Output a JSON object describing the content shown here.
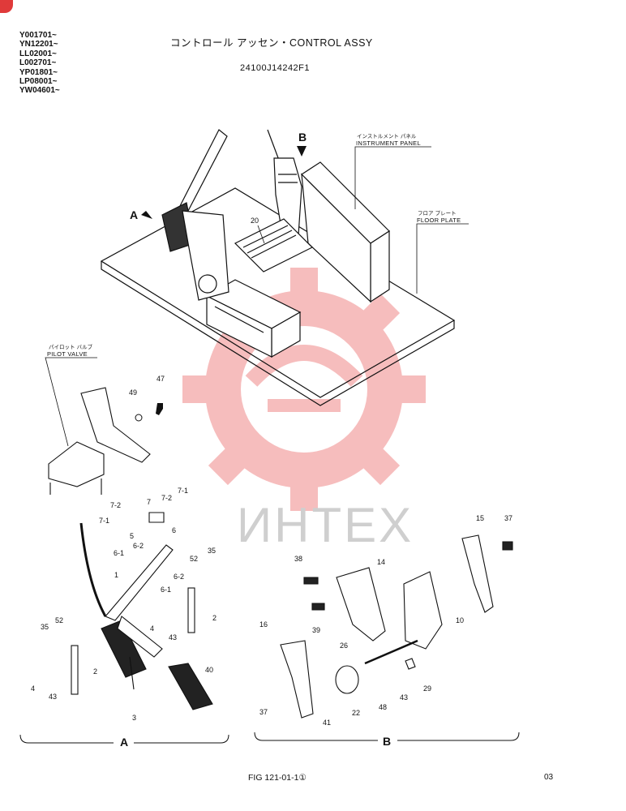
{
  "model_codes": [
    "Y001701~",
    "YN12201~",
    "LL02001~",
    "L002701~",
    "YP01801~",
    "LP08001~",
    "YW04601~"
  ],
  "title": "コントロール アッセン・CONTROL ASSY",
  "part_number": "24100J14242F1",
  "labels": {
    "instrument_panel_jp": "インストルメント パネル",
    "instrument_panel_en": "INSTRUMENT PANEL",
    "floor_plate_jp": "フロア プレート",
    "floor_plate_en": "FLOOR PLATE",
    "pilot_valve_jp": "パイロット バルブ",
    "pilot_valve_en": "PILOT VALVE"
  },
  "view_markers": {
    "a": "A",
    "b": "B"
  },
  "section_a": "A",
  "section_b": "B",
  "callouts": {
    "c20": "20",
    "c49": "49",
    "c47": "47",
    "c7_2a": "7-2",
    "c7a": "7",
    "c7_2b": "7-2",
    "c7_1a": "7-1",
    "c7_1b": "7-1",
    "c5": "5",
    "c6": "6",
    "c6_2a": "6-2",
    "c6_1a": "6-1",
    "c6_2b": "6-2",
    "c6_1b": "6-1",
    "c1": "1",
    "c52a": "52",
    "c35a": "35",
    "c2a": "2",
    "c4a": "4",
    "c43a": "43",
    "c35b": "35",
    "c52b": "52",
    "c4b": "4",
    "c43b": "43",
    "c2b": "2",
    "c3": "3",
    "c40": "40",
    "c38": "38",
    "c14": "14",
    "c15": "15",
    "c37a": "37",
    "c39": "39",
    "c10": "10",
    "c16": "16",
    "c26": "26",
    "c37b": "37",
    "c41": "41",
    "c22": "22",
    "c48": "48",
    "c43c": "43",
    "c29": "29"
  },
  "watermark": "ИНТЕХ",
  "figure_ref": "FIG 121-01-1①",
  "page_number": "03",
  "colors": {
    "watermark_red": "#f2a3a3",
    "watermark_gray": "#cfcfcf",
    "ink": "#111111",
    "badge": "#e03a3a"
  }
}
